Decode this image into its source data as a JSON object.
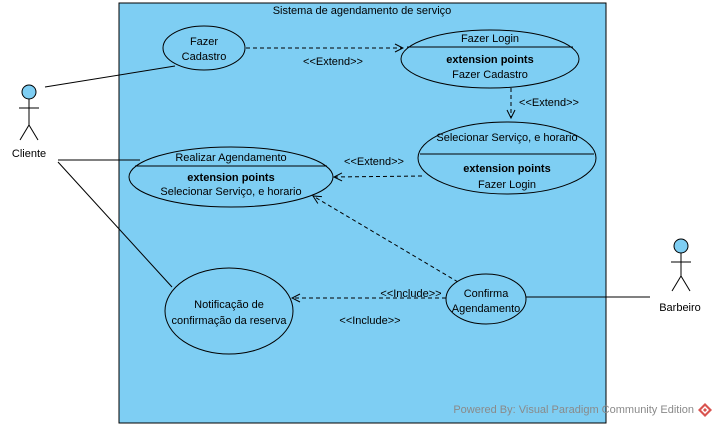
{
  "diagram": {
    "system_title": "Sistema de agendamento de serviço",
    "colors": {
      "boundary_fill": "#7ecef3",
      "usecase_fill": "#7ecef3",
      "actor_head": "#7ecef3",
      "line": "#000000",
      "watermark_icon": "#d9534f"
    },
    "actors": {
      "cliente": "Cliente",
      "barbeiro": "Barbeiro"
    },
    "use_cases": {
      "fazer_cadastro": {
        "line1": "Fazer",
        "line2": "Cadastro"
      },
      "fazer_login": {
        "title": "Fazer Login",
        "ext_header": "extension points",
        "ext_point": "Fazer Cadastro"
      },
      "selecionar_servico": {
        "title": "Selecionar Serviço, e horario",
        "ext_header": "extension points",
        "ext_point": "Fazer Login"
      },
      "realizar_agendamento": {
        "title": "Realizar Agendamento",
        "ext_header": "extension points",
        "ext_point": "Selecionar Serviço, e horario"
      },
      "notificacao": {
        "line1": "Notificação de",
        "line2": "confirmação da reserva"
      },
      "confirma": {
        "line1": "Confirma",
        "line2": "Agendamento"
      }
    },
    "relations": {
      "extend_cadastro_login": "<<Extend>>",
      "extend_login_selecionar": "<<Extend>>",
      "extend_selecionar_realizar": "<<Extend>>",
      "include_confirma_notificacao": "<<Include>>",
      "include_notificacao_label": "<<Include>>"
    },
    "watermark": {
      "text": "Powered By: Visual Paradigm Community Edition",
      "icon": "visual-paradigm-logo-icon"
    }
  }
}
